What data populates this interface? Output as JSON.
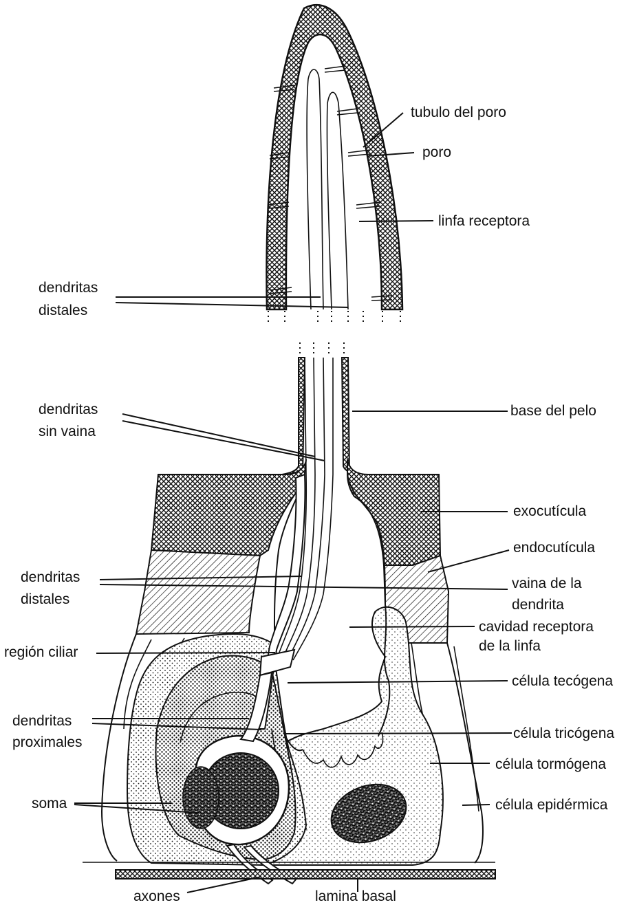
{
  "labels": {
    "tubulo_poro": "tubulo del poro",
    "poro": "poro",
    "linfa_receptora": "linfa receptora",
    "dendritas_distales_top_1": "dendritas",
    "dendritas_distales_top_2": "distales",
    "dendritas_sin_vaina_1": "dendritas",
    "dendritas_sin_vaina_2": "sin vaina",
    "base_pelo": "base del pelo",
    "exocuticula": "exocutícula",
    "endocuticula": "endocutícula",
    "dendritas_distales_mid_1": "dendritas",
    "dendritas_distales_mid_2": "distales",
    "vaina_dendrita_1": "vaina de la",
    "vaina_dendrita_2": "dendrita",
    "cavidad_receptora_1": "cavidad receptora",
    "cavidad_receptora_2": "de la linfa",
    "region_ciliar": "región ciliar",
    "celula_tecogena": "célula tecógena",
    "dendritas_proximales_1": "dendritas",
    "dendritas_proximales_2": "proximales",
    "celula_tricogena": "célula tricógena",
    "celula_tormogena": "célula tormógena",
    "soma": "soma",
    "celula_epidermica": "célula epidérmica",
    "axones": "axones",
    "lamina_basal": "lamina basal"
  },
  "colors": {
    "ink": "#111111",
    "paper": "#ffffff"
  }
}
